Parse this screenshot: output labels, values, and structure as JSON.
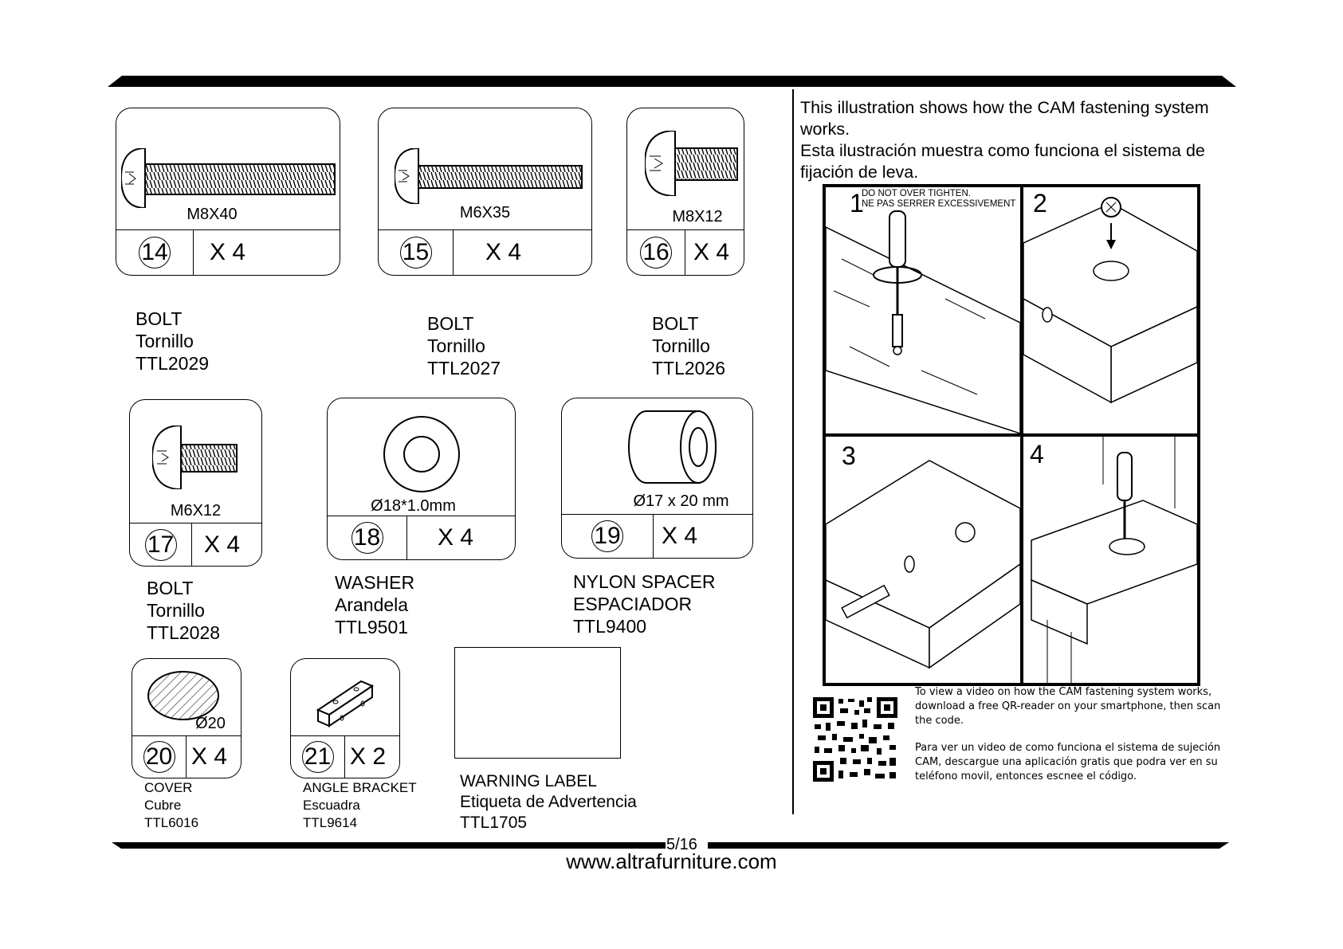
{
  "page": {
    "number": "5/16",
    "website": "www.altrafurniture.com"
  },
  "parts": [
    {
      "id": "14",
      "size": "M8X40",
      "qty": "X 4",
      "name_en": "BOLT",
      "name_es": "Tornillo",
      "code": "TTL2029"
    },
    {
      "id": "15",
      "size": "M6X35",
      "qty": "X 4",
      "name_en": "BOLT",
      "name_es": "Tornillo",
      "code": "TTL2027"
    },
    {
      "id": "16",
      "size": "M8X12",
      "qty": "X 4",
      "name_en": "BOLT",
      "name_es": "Tornillo",
      "code": "TTL2026"
    },
    {
      "id": "17",
      "size": "M6X12",
      "qty": "X 4",
      "name_en": "BOLT",
      "name_es": "Tornillo",
      "code": "TTL2028"
    },
    {
      "id": "18",
      "size": "Ø18*1.0mm",
      "qty": "X 4",
      "name_en": "WASHER",
      "name_es": "Arandela",
      "code": "TTL9501"
    },
    {
      "id": "19",
      "size": "Ø17 x 20 mm",
      "qty": "X 4",
      "name_en": "NYLON SPACER",
      "name_es": "ESPACIADOR",
      "code": "TTL9400"
    },
    {
      "id": "20",
      "size": "Ø20",
      "qty": "X 4",
      "name_en": "COVER",
      "name_es": "Cubre",
      "code": "TTL6016"
    },
    {
      "id": "21",
      "size": "",
      "qty": "X 2",
      "name_en": "ANGLE BRACKET",
      "name_es": "Escuadra",
      "code": "TTL9614"
    }
  ],
  "warning_label": {
    "name_en": "WARNING LABEL",
    "name_es": "Etiqueta de Advertencia",
    "code": "TTL1705"
  },
  "cam": {
    "intro_en": "This illustration shows how the CAM fastening system works.",
    "intro_es": "Esta ilustración muestra como funciona el sistema de fijación de leva.",
    "step_labels": [
      "1",
      "2",
      "3",
      "4"
    ],
    "warning_en": "DO NOT OVER TIGHTEN.",
    "warning_fr": "NE PAS SERRER EXCESSIVEMENT",
    "qr_text_en": "To view a video on how the CAM fastening system works, download a free QR-reader on your smartphone, then scan the code.",
    "qr_text_es": "Para ver un video de como funciona el sistema de sujeción CAM, descargue una aplicación gratis que podra ver en su teléfono movil, entonces escnee el código."
  }
}
